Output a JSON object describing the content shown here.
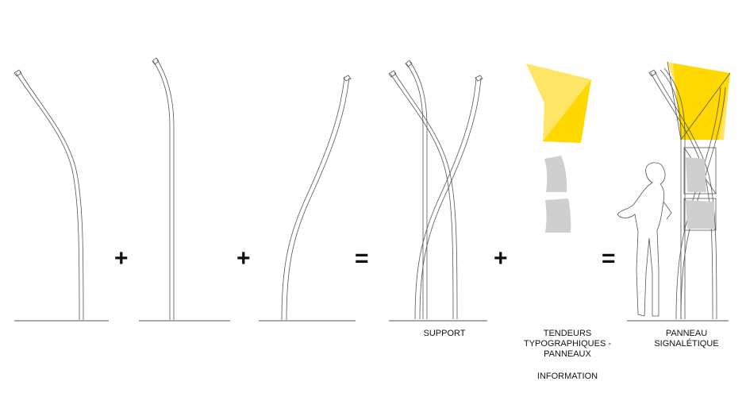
{
  "operators": {
    "plus_1": "+",
    "plus_2": "+",
    "equals_1": "=",
    "plus_3": "+",
    "equals_2": "="
  },
  "captions": {
    "support": "SUPPORT",
    "tendeurs_line1": "TENDEURS",
    "tendeurs_line2": "TYPOGRAPHIQUES -",
    "tendeurs_line3": "PANNEAUX",
    "information": "INFORMATION",
    "panneau_line1": "PANNEAU",
    "panneau_line2": "SIGNALÉTIQUE"
  },
  "colors": {
    "line": "#555555",
    "yellow_main": "#ffd800",
    "yellow_light": "#ffe566",
    "panel_gray": "#cfcfcf",
    "panel_gray_dark": "#bdbdbd",
    "text": "#111111"
  }
}
